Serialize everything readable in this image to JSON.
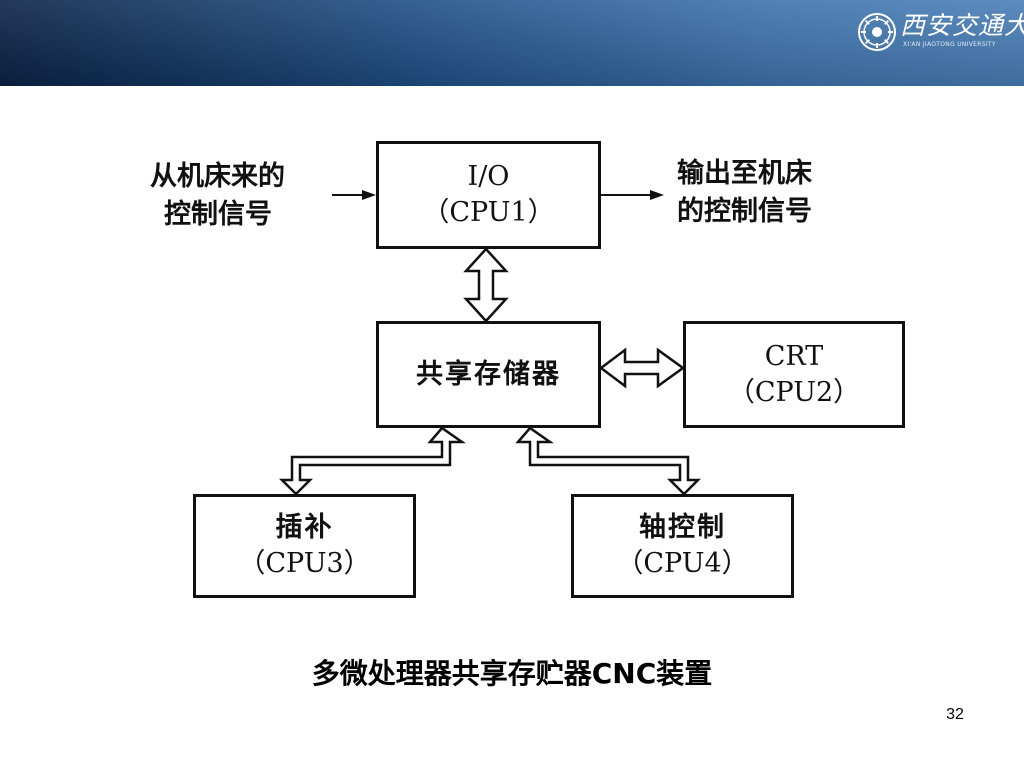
{
  "header": {
    "logo_text": "西安交通大学",
    "logo_subtext": "XI'AN JIAOTONG UNIVERSITY"
  },
  "diagram": {
    "io_box": {
      "line1": "I/O",
      "line2": "（CPU1）"
    },
    "shared_memory_box": {
      "line1": "共享存储器"
    },
    "crt_box": {
      "line1": "CRT",
      "line2": "（CPU2）"
    },
    "interp_box": {
      "line1": "插补",
      "line2": "（CPU3）"
    },
    "axis_box": {
      "line1": "轴控制",
      "line2": "（CPU4）"
    },
    "input_label": {
      "line1": "从机床来的",
      "line2": "控制信号"
    },
    "output_label": {
      "line1": "输出至机床",
      "line2": "的控制信号"
    }
  },
  "caption": "多微处理器共享存贮器CNC装置",
  "page_number": "32"
}
